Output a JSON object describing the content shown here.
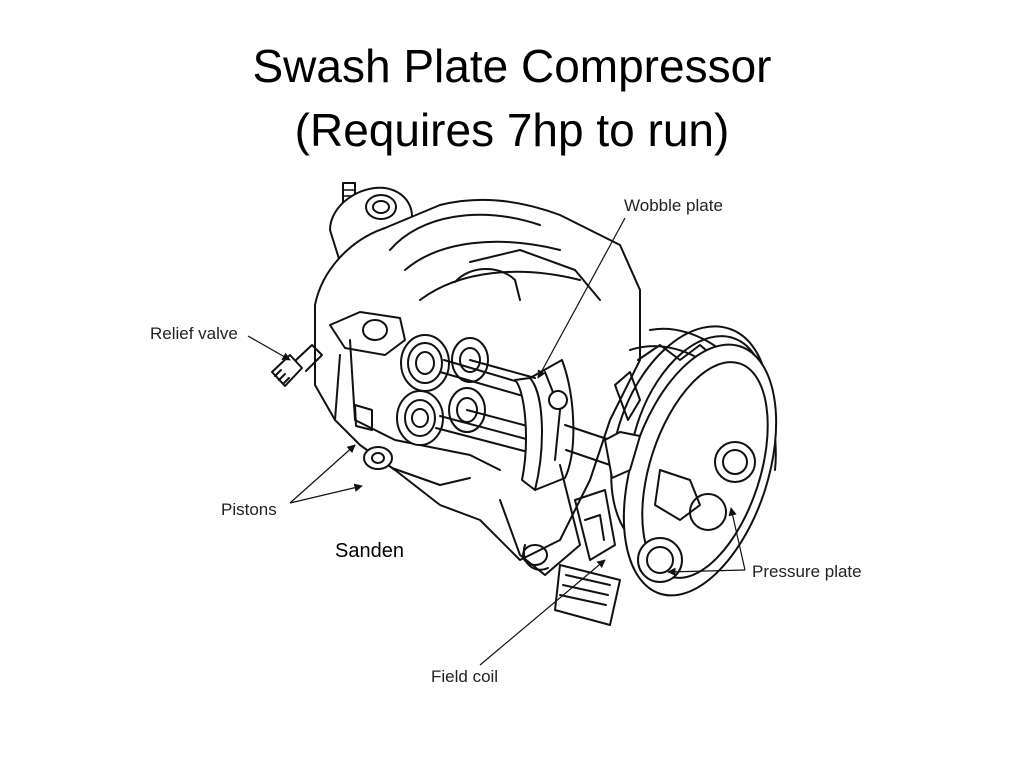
{
  "slide": {
    "title_line1": "Swash Plate Compressor",
    "title_line2": "(Requires 7hp to run)",
    "caption": "Sanden"
  },
  "labels": {
    "wobble_plate": "Wobble plate",
    "relief_valve": "Relief valve",
    "pistons": "Pistons",
    "pressure_plate": "Pressure plate",
    "field_coil": "Field coil"
  },
  "colors": {
    "background": "#ffffff",
    "line_art": "#111111",
    "text": "#000000"
  }
}
